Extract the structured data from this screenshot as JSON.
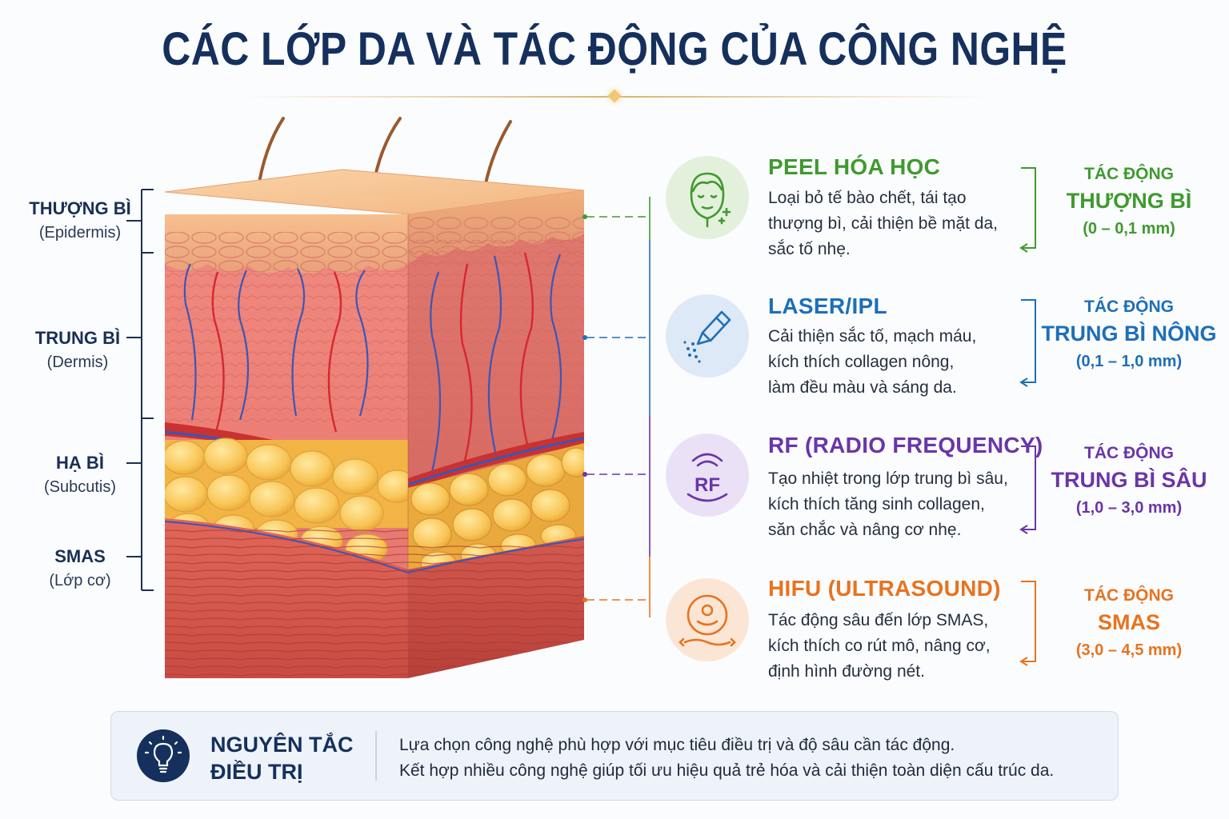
{
  "title": "CÁC LỚP DA VÀ TÁC ĐỘNG CỦA CÔNG NGHỆ",
  "layers": [
    {
      "name": "THƯỢNG BÌ",
      "sub": "(Epidermis)"
    },
    {
      "name": "TRUNG BÌ",
      "sub": "(Dermis)"
    },
    {
      "name": "HẠ BÌ",
      "sub": "(Subcutis)"
    },
    {
      "name": "SMAS",
      "sub": "(Lớp cơ)"
    }
  ],
  "technologies": [
    {
      "name": "PEEL HÓA HỌC",
      "icon": "face-icon",
      "color": "#3f9a2e",
      "desc": [
        "Loại bỏ tế bào chết, tái tạo",
        "thượng bì, cải thiện bề mặt da,",
        "sắc tố nhẹ."
      ],
      "impact": {
        "label": "TÁC ĐỘNG",
        "layer": "THƯỢNG BÌ",
        "depth": "(0 – 0,1 mm)"
      }
    },
    {
      "name": "LASER/IPL",
      "icon": "laser-icon",
      "color": "#1d6fb8",
      "desc": [
        "Cải thiện sắc tố, mạch máu,",
        "kích thích collagen nông,",
        "làm đều màu và sáng da."
      ],
      "impact": {
        "label": "TÁC ĐỘNG",
        "layer": "TRUNG BÌ NÔNG",
        "depth": "(0,1 – 1,0 mm)"
      }
    },
    {
      "name": "RF (RADIO FREQUENCY)",
      "icon": "rf-icon",
      "icon_text": "RF",
      "color": "#6a35a8",
      "desc": [
        "Tạo nhiệt trong lớp trung bì sâu,",
        "kích thích tăng sinh collagen,",
        "săn chắc và nâng cơ nhẹ."
      ],
      "impact": {
        "label": "TÁC ĐỘNG",
        "layer": "TRUNG BÌ SÂU",
        "depth": "(1,0 – 3,0 mm)"
      }
    },
    {
      "name": "HIFU (ULTRASOUND)",
      "icon": "ultrasound-icon",
      "color": "#e8731e",
      "desc": [
        "Tác động sâu đến lớp SMAS,",
        "kích thích co rút mô, nâng cơ,",
        "định hình đường nét."
      ],
      "impact": {
        "label": "TÁC ĐỘNG",
        "layer": "SMAS",
        "depth": "(3,0 – 4,5 mm)"
      }
    }
  ],
  "principle": {
    "title_line1": "NGUYÊN TẮC",
    "title_line2": "ĐIỀU TRỊ",
    "text": [
      "Lựa chọn công nghệ phù hợp với mục tiêu điều trị và độ sâu cần tác động.",
      "Kết hợp nhiều công nghệ giúp tối ưu hiệu quả trẻ hóa và cải thiện toàn diện cấu trúc da."
    ]
  },
  "colors": {
    "navy": "#15305c",
    "peel": "#3f9a2e",
    "laser": "#1d6fb8",
    "rf": "#6a35a8",
    "hifu": "#e8731e"
  }
}
